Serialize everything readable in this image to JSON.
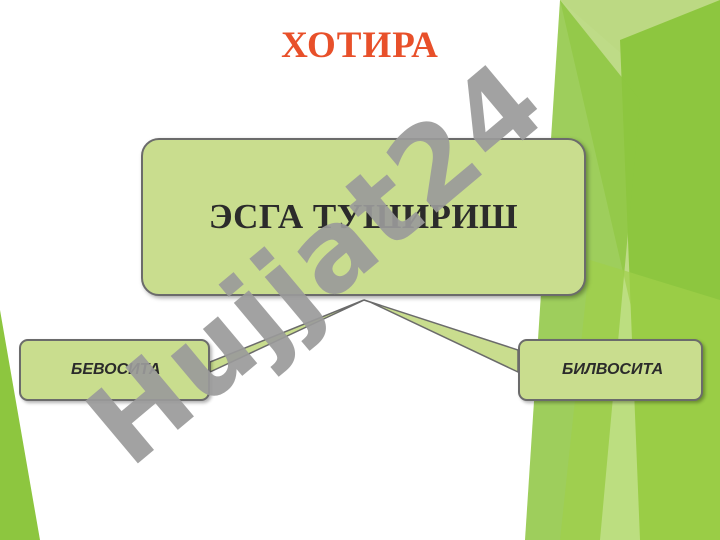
{
  "slide": {
    "title": "ХОТИРА",
    "main_box_label": "ЭСГА ТУШИРИШ",
    "left_box_label": "БЕВОСИТА",
    "right_box_label": "БИЛВОСИТА"
  },
  "watermark": {
    "text": "Hujjat24"
  },
  "colors": {
    "title": "#e8502a",
    "box_fill": "#c9dd8e",
    "box_border": "#6b6b6b",
    "accent_green": "#8dc63f",
    "watermark": "#9a9a9a"
  }
}
